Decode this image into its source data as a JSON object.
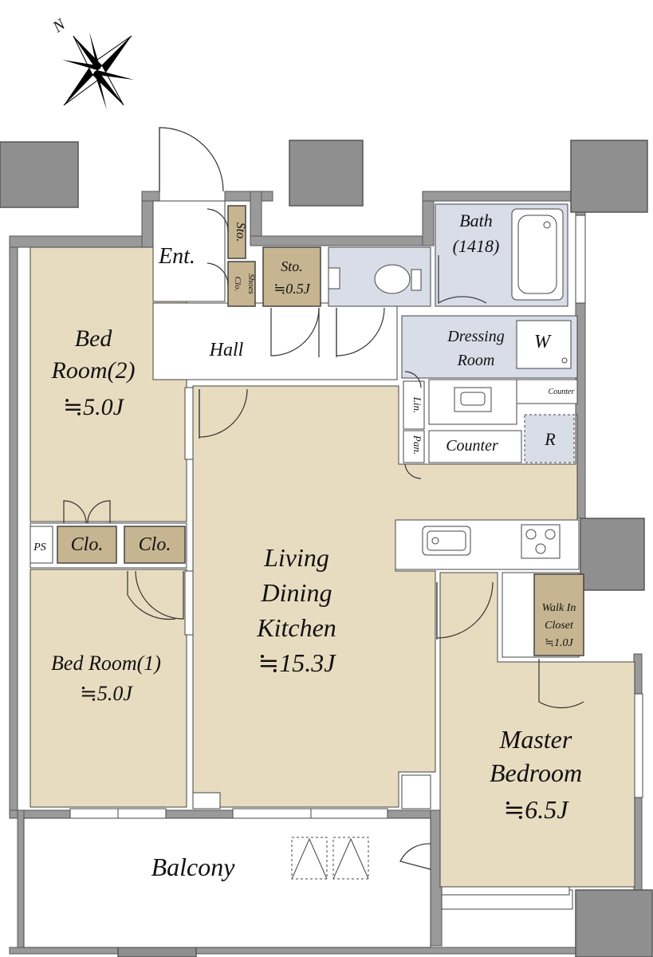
{
  "compass": {
    "north_label": "N"
  },
  "rooms": {
    "bedroom2": {
      "name_line1": "Bed",
      "name_line2": "Room(2)",
      "size": "≒5.0J"
    },
    "bedroom1": {
      "name": "Bed Room(1)",
      "size": "≒5.0J"
    },
    "ldk": {
      "line1": "Living",
      "line2": "Dining",
      "line3": "Kitchen",
      "size": "≒15.3J"
    },
    "master": {
      "line1": "Master",
      "line2": "Bedroom",
      "size": "≒6.5J"
    },
    "entrance": {
      "name": "Ent."
    },
    "hall": {
      "name": "Hall"
    },
    "storage": {
      "name": "Sto.",
      "size": "≒0.5J"
    },
    "bath": {
      "name": "Bath",
      "size": "(1418)"
    },
    "dressing": {
      "line1": "Dressing",
      "line2": "Room"
    },
    "balcony": {
      "name": "Balcony"
    },
    "walk_in_closet": {
      "line1": "Walk In",
      "line2": "Closet",
      "size": "≒1.0J"
    }
  },
  "labels": {
    "sto_small": "Sto.",
    "shoes": "Shoes",
    "clo_small": "Clo.",
    "ps": "PS",
    "clo_left": "Clo.",
    "clo_right": "Clo.",
    "washer": "W",
    "counter_small": "Counter",
    "linen": "Lin.",
    "pantry": "Pan.",
    "counter": "Counter",
    "refrigerator": "R"
  }
}
